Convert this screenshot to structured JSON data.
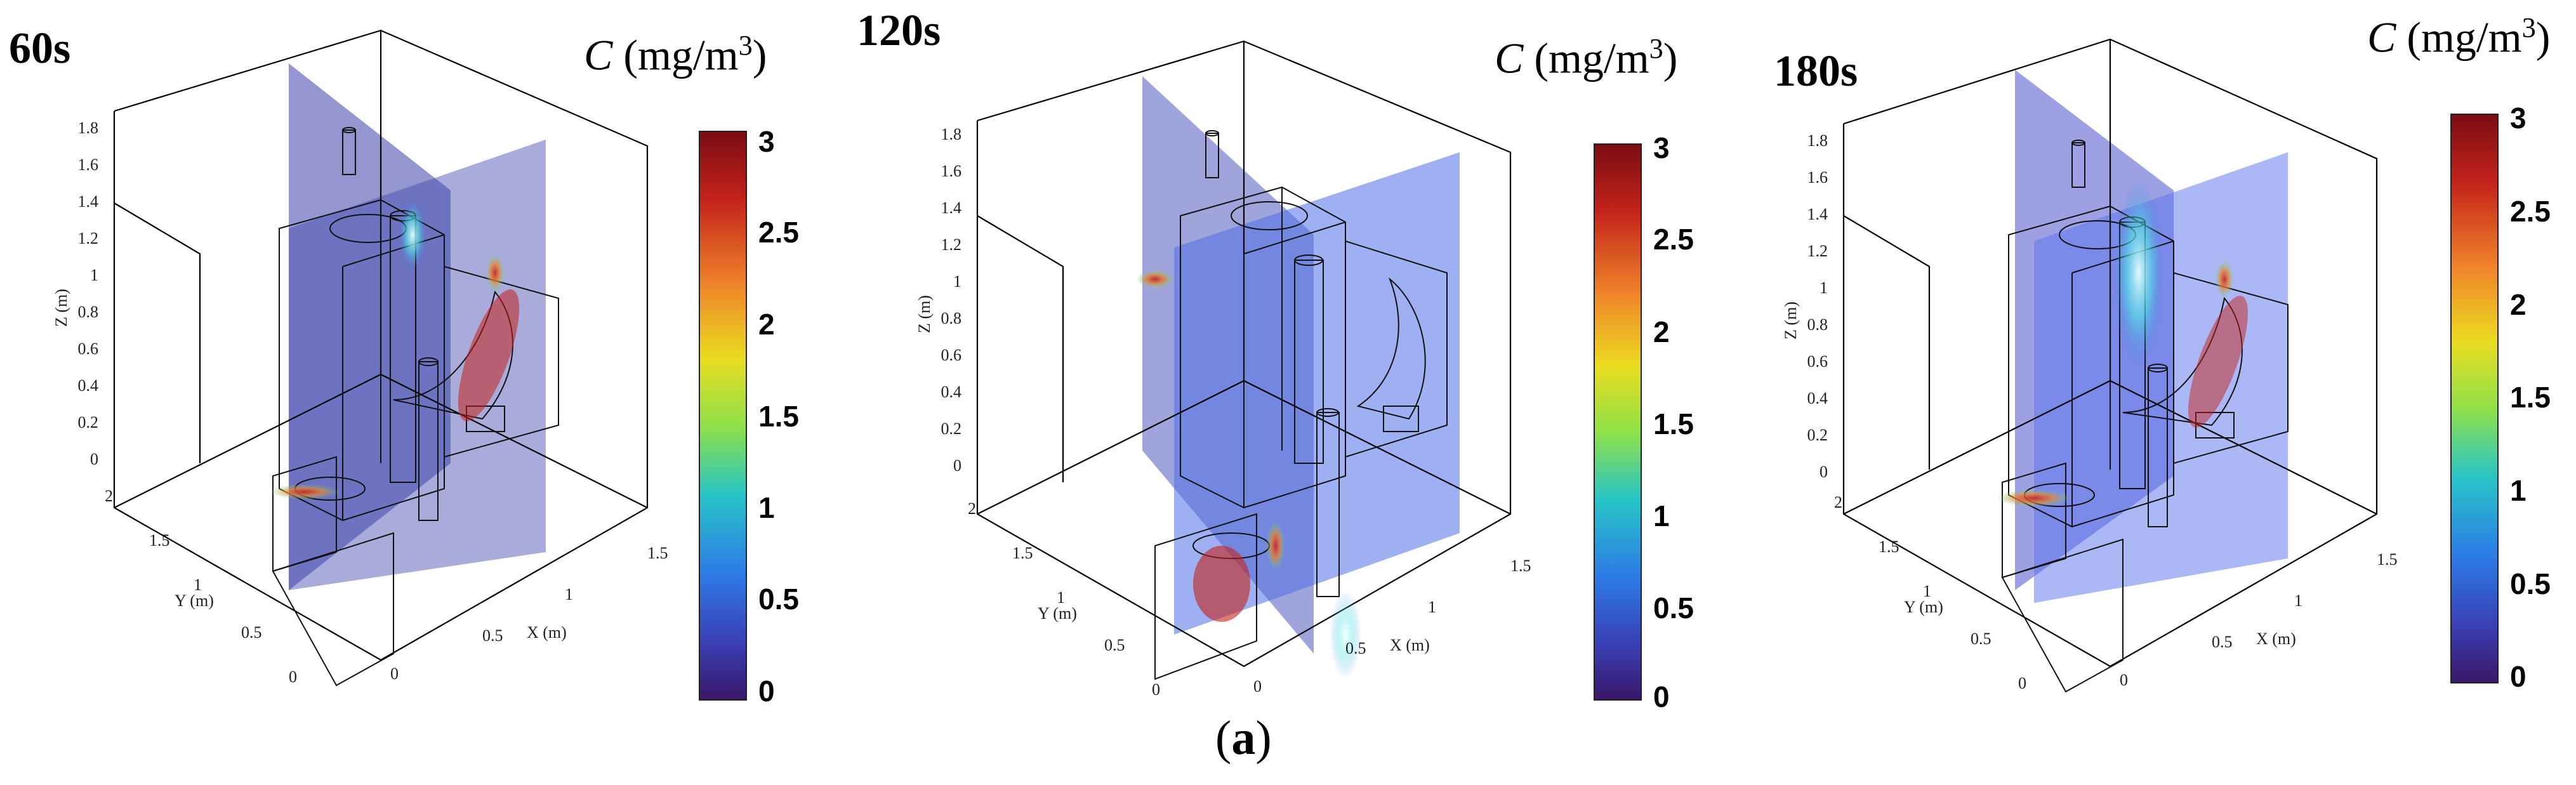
{
  "figure_caption_label": "a",
  "colorbar": {
    "title_symbol": "C",
    "title_unit_prefix": " (mg/m",
    "title_unit_exp": "3",
    "title_unit_suffix": ")",
    "ticks": [
      "3",
      "2.5",
      "2",
      "1.5",
      "1",
      "0.5",
      "0"
    ],
    "colors": [
      "#8a0a12",
      "#e8541a",
      "#f3d41c",
      "#8fe04a",
      "#27c4c8",
      "#2f6fe0",
      "#3a1a78"
    ]
  },
  "panels": [
    {
      "time": "60s"
    },
    {
      "time": "120s"
    },
    {
      "time": "180s"
    }
  ],
  "axes": {
    "z_label": "Z (m)",
    "y_label": "Y (m)",
    "x_label": "X (m)",
    "z_ticks": [
      "1.8",
      "1.6",
      "1.4",
      "1.2",
      "1",
      "0.8",
      "0.6",
      "0.4",
      "0.2",
      "0"
    ],
    "y_ticks": [
      "2",
      "1.5",
      "1",
      "0.5",
      "0"
    ],
    "x_ticks": [
      "0",
      "0.5",
      "1",
      "1.5"
    ]
  }
}
